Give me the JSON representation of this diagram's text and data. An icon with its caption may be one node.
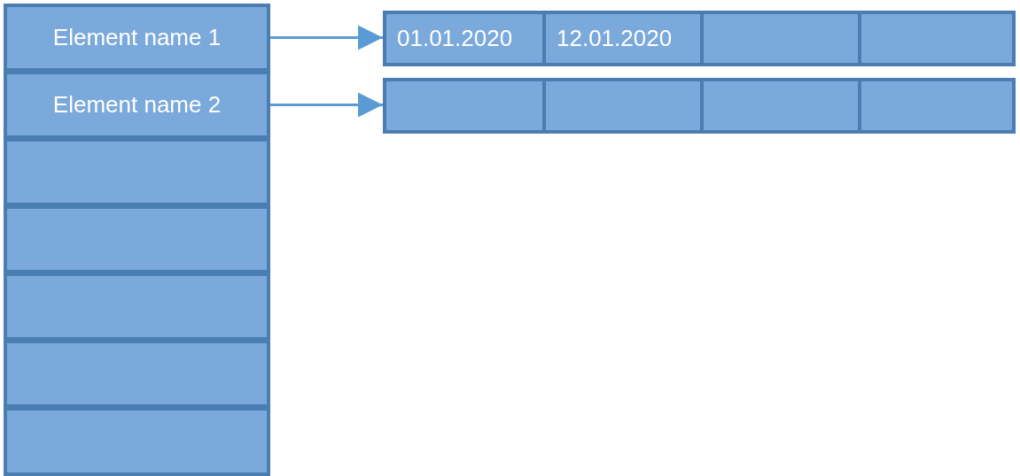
{
  "diagram": {
    "nodes": [
      {
        "text": [
          "Element name 1"
        ]
      },
      {
        "text": [
          "Element name 2"
        ]
      },
      {
        "text": [],
        "shape": "box"
      },
      {
        "text": [],
        "shape": "box"
      },
      {
        "text": [],
        "shape": "box"
      },
      {
        "text": [],
        "shape": "box"
      },
      {
        "text": [],
        "shape": "box"
      },
      {
        "text": [],
        "shape": "box"
      },
      {
        "text": [
          "01.01.2020"
        ],
        "in": 7
      },
      {
        "text": [
          "12.01.2020"
        ],
        "in": 7
      },
      {
        "text": [],
        "shape": "box",
        "in": 7
      },
      {
        "text": [],
        "shape": "box",
        "in": 7
      },
      {
        "text": [],
        "shape": "box"
      },
      {
        "text": [],
        "shape": "box",
        "in": 12
      },
      {
        "text": [],
        "shape": "box",
        "in": 12
      },
      {
        "text": [],
        "shape": "box",
        "in": 12
      },
      {
        "text": [],
        "shape": "box",
        "in": 12
      }
    ],
    "edges": [
      {
        "from": 0,
        "to": 7,
        "arrow": "to"
      },
      {
        "from": 1,
        "to": 12,
        "arrow": "to"
      }
    ]
  }
}
